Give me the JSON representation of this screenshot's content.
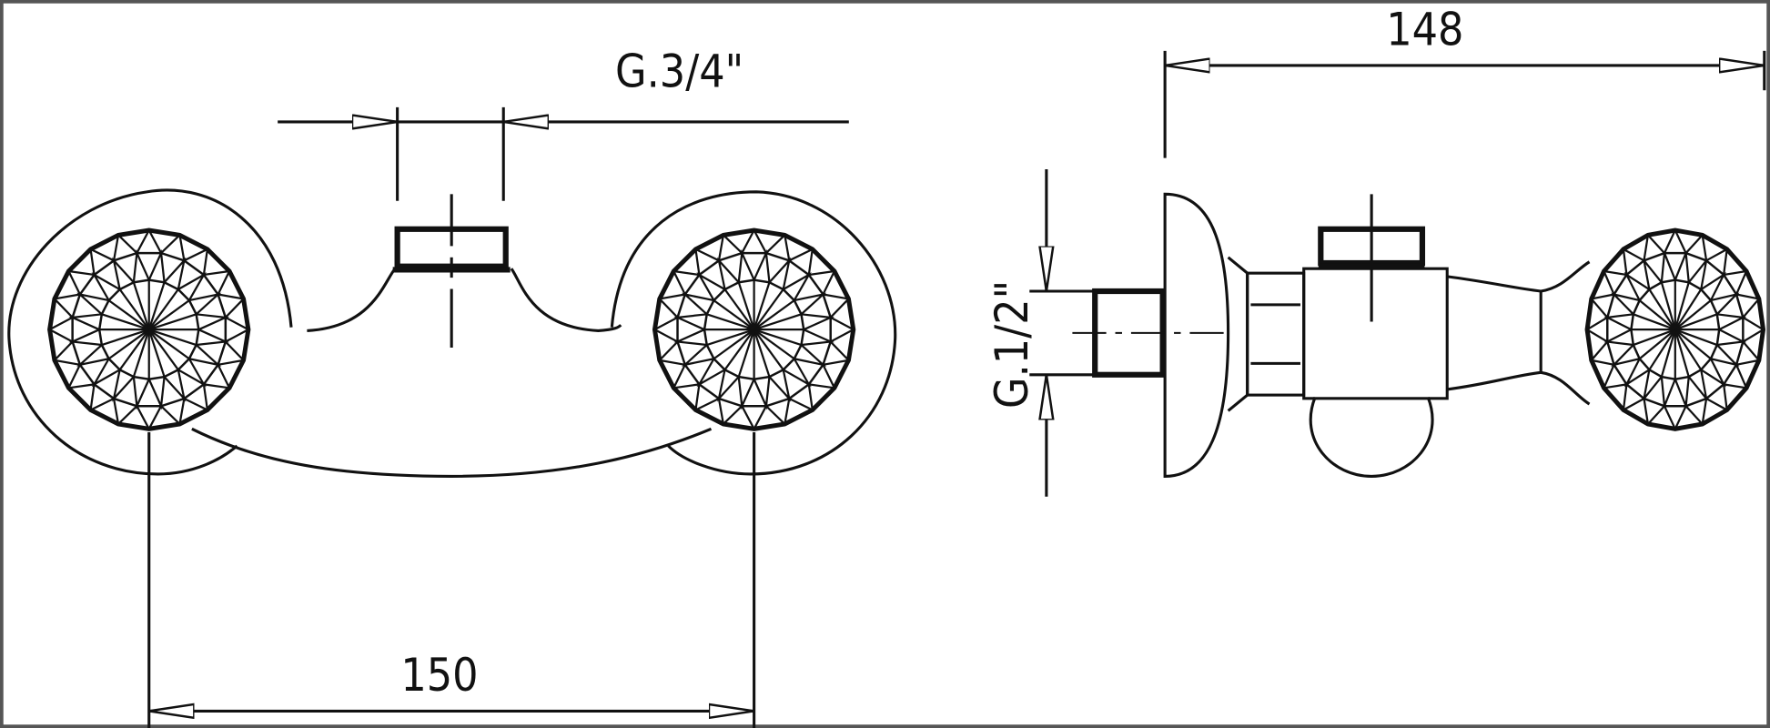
{
  "drawing": {
    "front_view": {
      "outlet_thread_label": "G.3/4\"",
      "center_distance_label": "150"
    },
    "side_view": {
      "depth_label": "148",
      "inlet_thread_label": "G.1/2\""
    },
    "colors": {
      "line": "#111111",
      "background": "#ffffff",
      "border": "#555555"
    }
  }
}
